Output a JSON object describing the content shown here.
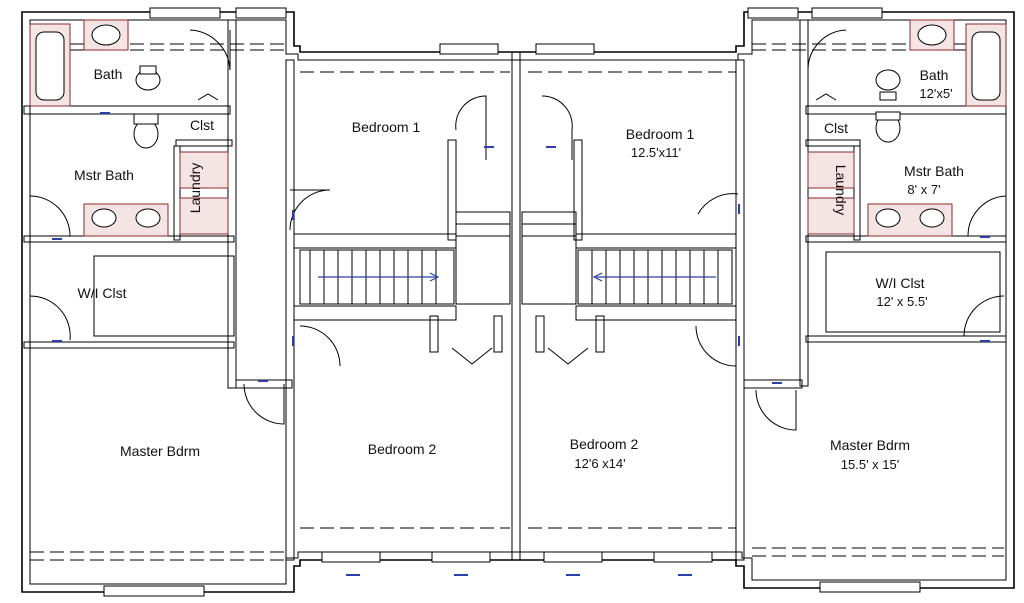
{
  "rooms": {
    "left_bath": {
      "name": "Bath"
    },
    "left_clst": {
      "name": "Clst"
    },
    "left_laundry": {
      "name": "Laundry"
    },
    "left_mstr_bath": {
      "name": "Mstr Bath"
    },
    "left_wi_clst": {
      "name": "W/I Clst"
    },
    "left_master": {
      "name": "Master Bdrm"
    },
    "left_bed1": {
      "name": "Bedroom 1"
    },
    "left_bed2": {
      "name": "Bedroom 2"
    },
    "right_bed1": {
      "name": "Bedroom 1",
      "dims": "12.5'x11'"
    },
    "right_bed2": {
      "name": "Bedroom 2",
      "dims": "12'6 x14'"
    },
    "right_bath": {
      "name": "Bath",
      "dims": "12'x5'"
    },
    "right_clst": {
      "name": "Clst"
    },
    "right_laundry": {
      "name": "Laundry"
    },
    "right_mstr_bath": {
      "name": "Mstr Bath",
      "dims": "8' x 7'"
    },
    "right_wi_clst": {
      "name": "W/I Clst",
      "dims": "12' x 5.5'"
    },
    "right_master": {
      "name": "Master Bdrm",
      "dims": "15.5' x 15'"
    }
  },
  "colors": {
    "walls": "#000000",
    "fixtures": "#8a2a2a",
    "tags": "#2a3fa8"
  },
  "icons": [
    "toilet-icon",
    "sink-icon",
    "bathtub-icon",
    "stairs-arrow-icon"
  ]
}
